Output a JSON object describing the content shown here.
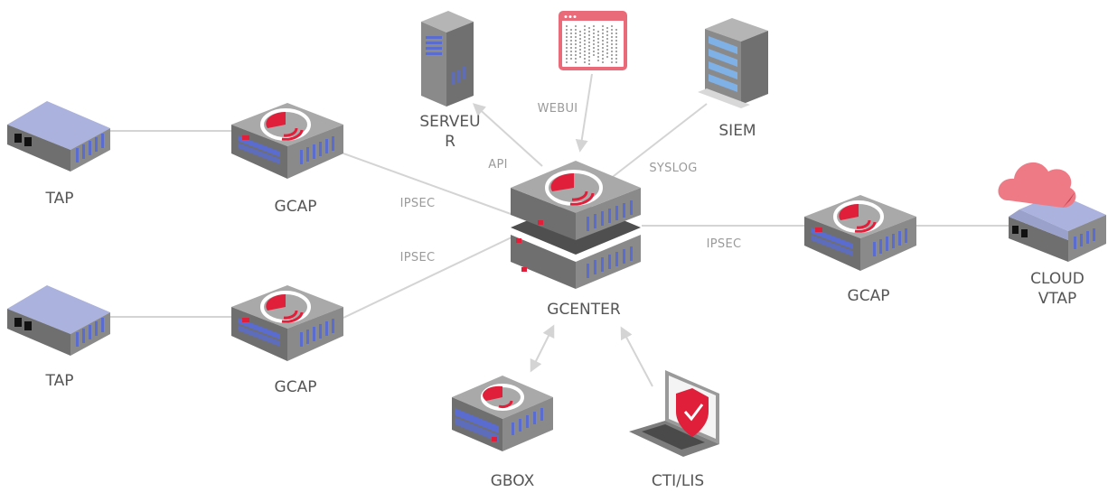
{
  "nodes": {
    "tap_top": "TAP",
    "tap_bottom": "TAP",
    "gcap_top": "GCAP",
    "gcap_bottom": "GCAP",
    "gcap_right": "GCAP",
    "gcenter": "GCENTER",
    "serveur_line1": "SERVEU",
    "serveur_line2": "R",
    "siem": "SIEM",
    "cloud_vtap_line1": "CLOUD",
    "cloud_vtap_line2": "VTAP",
    "gbox": "GBOX",
    "cti_lis": "CTI/LIS"
  },
  "links": {
    "ipsec_top": "IPSEC",
    "ipsec_bottom": "IPSEC",
    "ipsec_right": "IPSEC",
    "api": "API",
    "webui": "WEBUI",
    "syslog": "SYSLOG"
  },
  "colors": {
    "accent": "#e0203a",
    "device_body": "#7d7d7d",
    "device_top": "#a9a9a9",
    "port_blue": "#5a6ccf",
    "tap_top": "#aab2dd",
    "line": "#d4d4d4",
    "label": "#555555",
    "link_label": "#9a9a9a"
  }
}
